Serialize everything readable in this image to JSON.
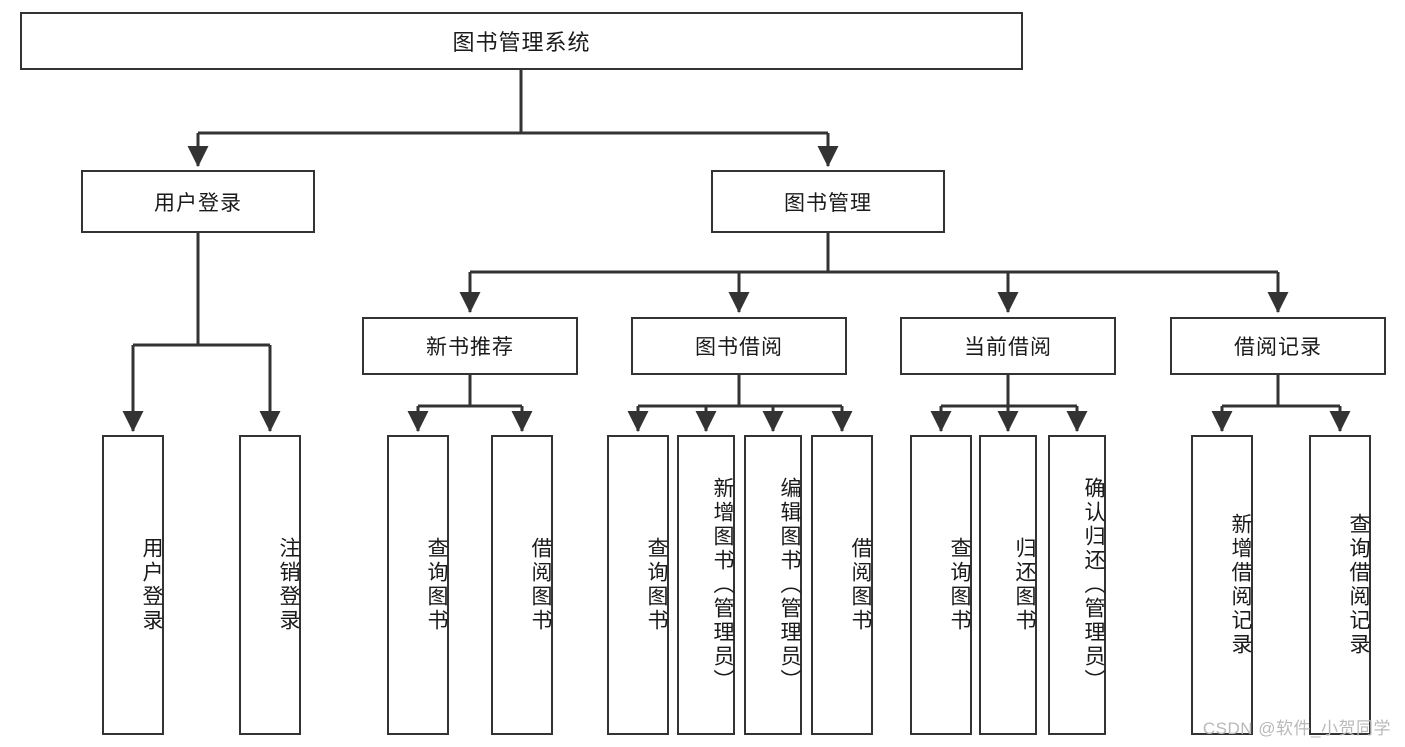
{
  "diagram": {
    "title": "图书管理系统",
    "type": "hierarchy-tree",
    "colors": {
      "box_border": "#333333",
      "box_fill": "#ffffff",
      "connector": "#333333",
      "text": "#1a1a1a",
      "watermark": "#b9b9b9"
    },
    "levels": {
      "level1_label": "图书管理系统",
      "level2": [
        {
          "id": "user-login",
          "label": "用户登录"
        },
        {
          "id": "book-management",
          "label": "图书管理"
        }
      ],
      "level3": [
        {
          "id": "new-book-recommend",
          "label": "新书推荐"
        },
        {
          "id": "book-borrow",
          "label": "图书借阅"
        },
        {
          "id": "current-borrow",
          "label": "当前借阅"
        },
        {
          "id": "borrow-record",
          "label": "借阅记录"
        }
      ],
      "leaves": [
        {
          "id": "leaf-user-login",
          "label": "用户登录",
          "parent": "user-login"
        },
        {
          "id": "leaf-logout-login",
          "label": "注销登录",
          "parent": "user-login"
        },
        {
          "id": "leaf-query-book-1",
          "label": "查询图书",
          "parent": "new-book-recommend"
        },
        {
          "id": "leaf-borrow-book-1",
          "label": "借阅图书",
          "parent": "new-book-recommend"
        },
        {
          "id": "leaf-query-book-2",
          "label": "查询图书",
          "parent": "book-borrow"
        },
        {
          "id": "leaf-add-book",
          "label": "新增图书（管理员）",
          "parent": "book-borrow"
        },
        {
          "id": "leaf-edit-book",
          "label": "编辑图书（管理员）",
          "parent": "book-borrow"
        },
        {
          "id": "leaf-borrow-book-2",
          "label": "借阅图书",
          "parent": "book-borrow"
        },
        {
          "id": "leaf-query-book-3",
          "label": "查询图书",
          "parent": "current-borrow"
        },
        {
          "id": "leaf-return-book",
          "label": "归还图书",
          "parent": "current-borrow"
        },
        {
          "id": "leaf-confirm-return",
          "label": "确认归还（管理员）",
          "parent": "current-borrow"
        },
        {
          "id": "leaf-add-record",
          "label": "新增借阅记录",
          "parent": "borrow-record"
        },
        {
          "id": "leaf-query-record",
          "label": "查询借阅记录",
          "parent": "borrow-record"
        }
      ]
    }
  },
  "watermark": {
    "text": "CSDN @软件_小贺同学"
  }
}
